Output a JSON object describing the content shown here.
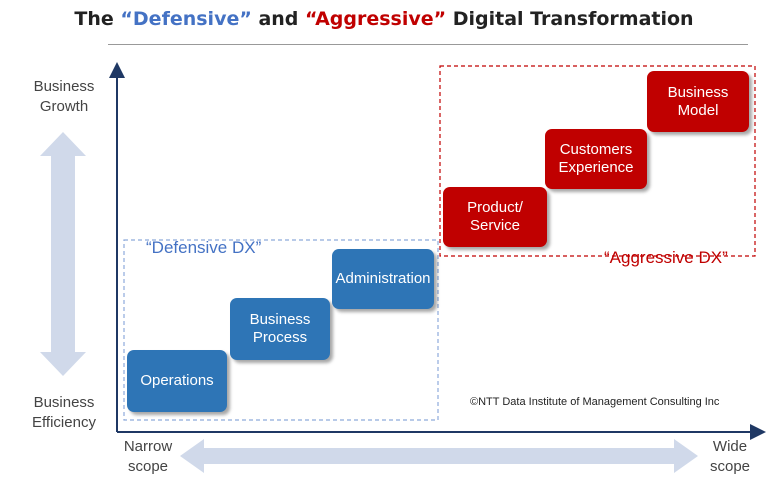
{
  "title": {
    "prefix": "The",
    "defensive": "“Defensive”",
    "middle": "and",
    "aggressive": "“Aggressive”",
    "suffix": "Digital Transformation"
  },
  "axes": {
    "y_top": [
      "Business",
      "Growth"
    ],
    "y_bottom": [
      "Business",
      "Efficiency"
    ],
    "x_left": [
      "Narrow",
      "scope"
    ],
    "x_right": [
      "Wide",
      "scope"
    ]
  },
  "groups": {
    "defensive_label": "“Defensive DX”",
    "aggressive_label": "“Aggressive DX”"
  },
  "steps": {
    "defensive": [
      [
        "Operations"
      ],
      [
        "Business",
        "Process"
      ],
      [
        "Administration"
      ]
    ],
    "aggressive": [
      [
        "Product/",
        "Service"
      ],
      [
        "Customers",
        "Experience"
      ],
      [
        "Business",
        "Model"
      ]
    ]
  },
  "copyright": "©NTT Data Institute of Management Consulting Inc",
  "colors": {
    "defensive": "#2e75b6",
    "aggressive": "#c00000",
    "arrow_fill": "#d0d9ea"
  }
}
